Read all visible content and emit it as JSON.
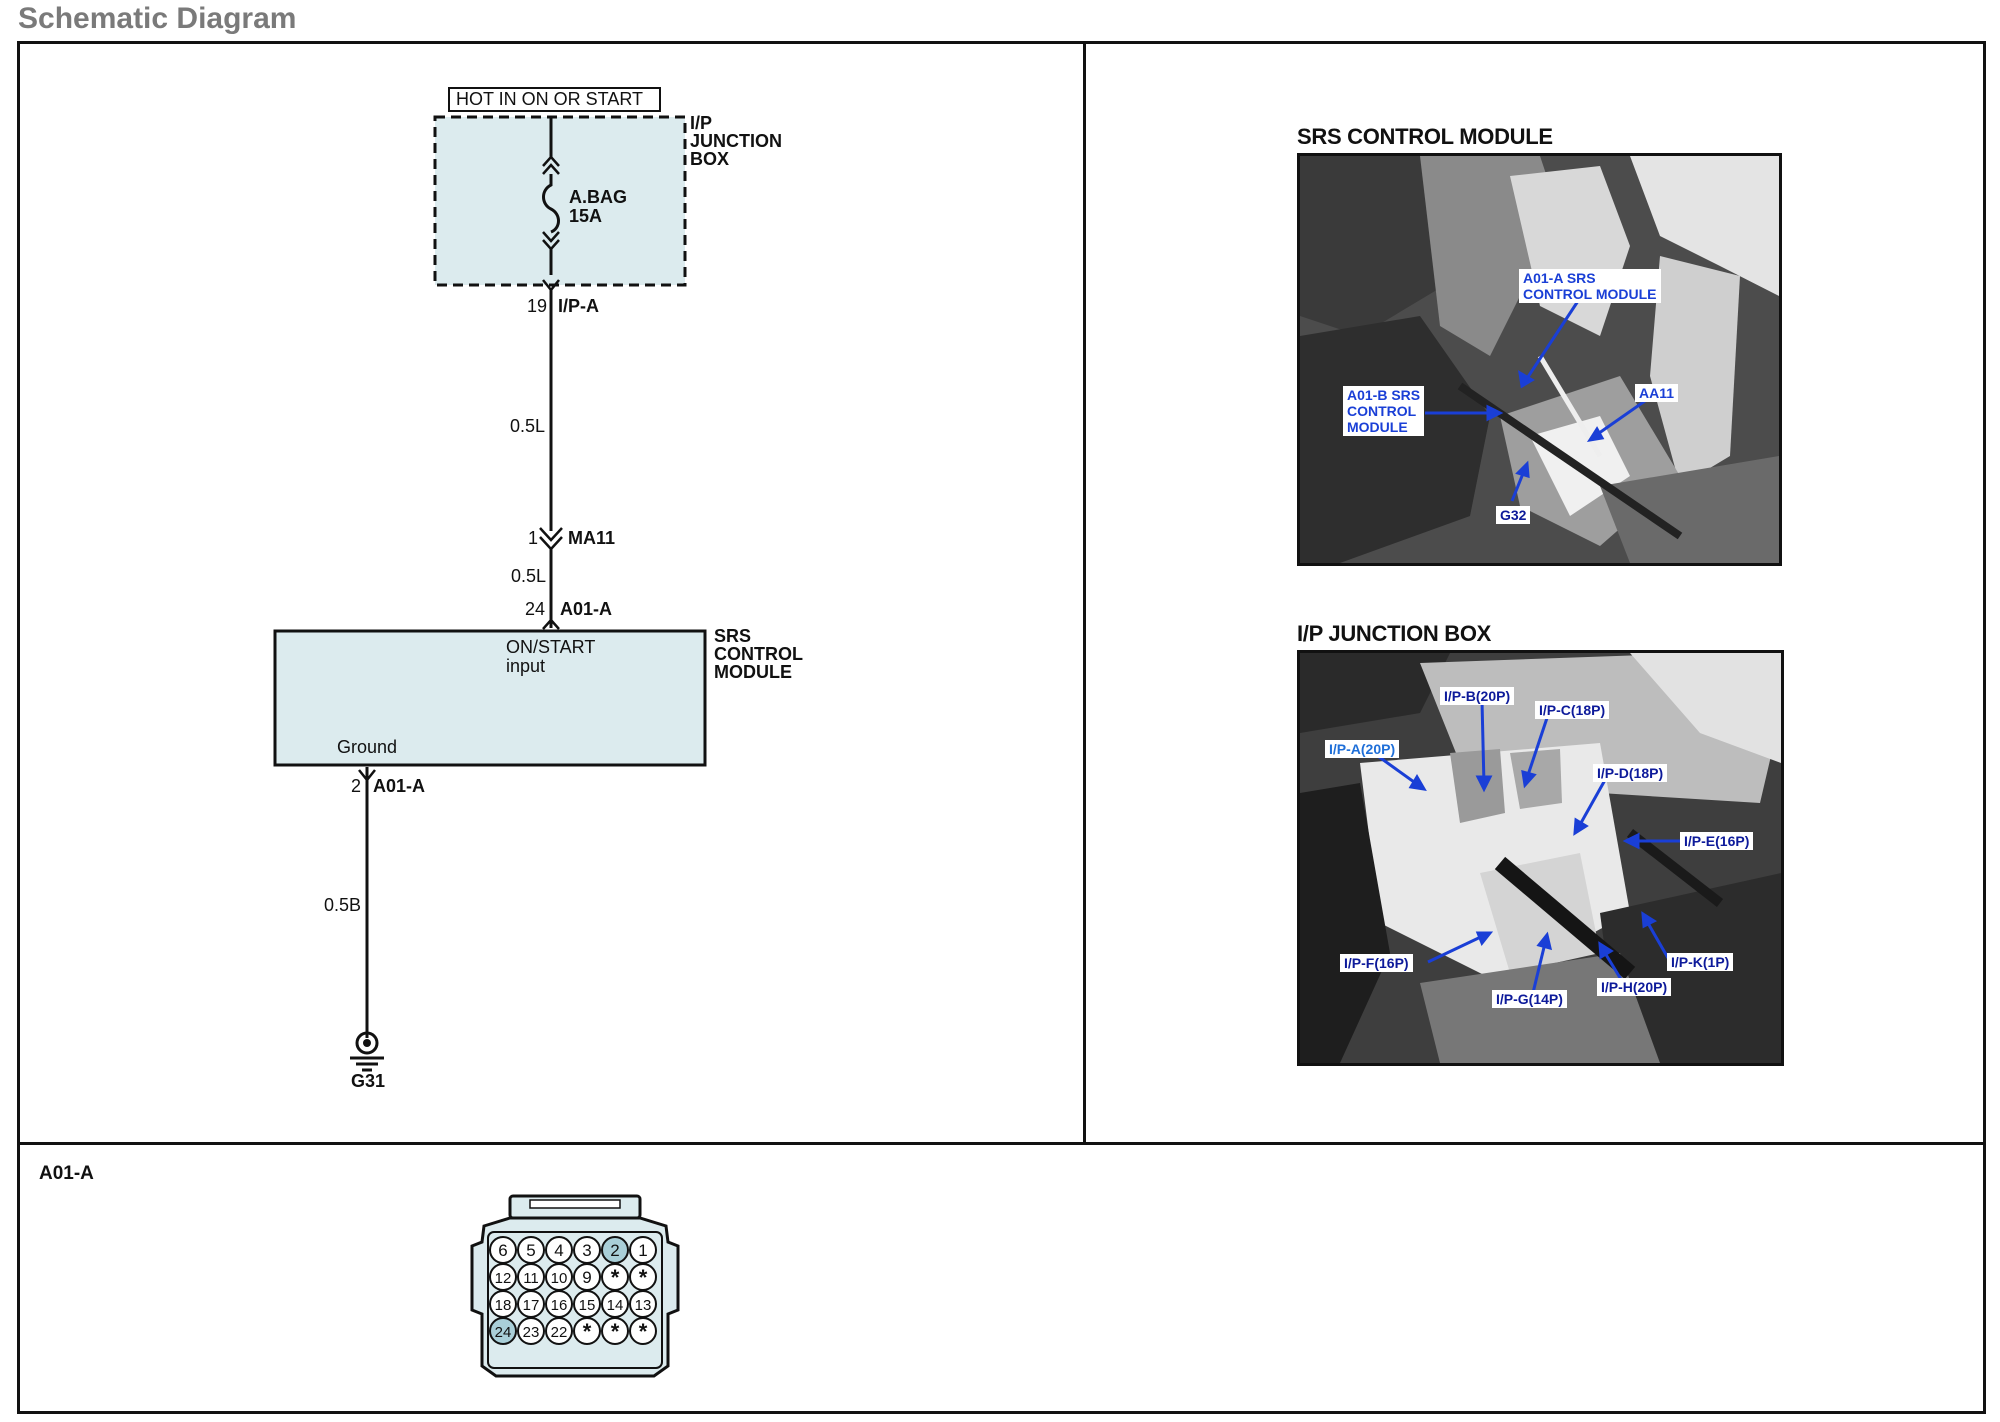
{
  "page": {
    "title": "Schematic Diagram"
  },
  "schematic": {
    "power_label": "HOT IN ON OR START",
    "junction_box_label": "I/P\nJUNCTION\nBOX",
    "fuse_name": "A.BAG",
    "fuse_rating": "15A",
    "connectors": [
      {
        "pin": "19",
        "name": "I/P-A"
      },
      {
        "pin": "1",
        "name": "MA11"
      },
      {
        "pin": "24",
        "name": "A01-A"
      },
      {
        "pin": "2",
        "name": "A01-A"
      }
    ],
    "wires": [
      "0.5L",
      "0.5L",
      "0.5B"
    ],
    "module_label": "SRS\nCONTROL\nMODULE",
    "module_input_label": "ON/START\ninput",
    "module_ground_label": "Ground",
    "ground_name": "G31"
  },
  "photos": [
    {
      "title": "SRS CONTROL MODULE",
      "callouts": [
        "A01-A SRS\nCONTROL MODULE",
        "A01-B SRS\nCONTROL\nMODULE",
        "AA11",
        "G32"
      ]
    },
    {
      "title": "I/P JUNCTION BOX",
      "callouts": [
        "I/P-B(20P)",
        "I/P-C(18P)",
        "I/P-A(20P)",
        "I/P-D(18P)",
        "I/P-E(16P)",
        "I/P-F(16P)",
        "I/P-K(1P)",
        "I/P-G(14P)",
        "I/P-H(20P)"
      ]
    }
  ],
  "connector_view": {
    "name": "A01-A",
    "rows": [
      [
        "6",
        "5",
        "4",
        "3",
        "2",
        "1"
      ],
      [
        "12",
        "11",
        "10",
        "9",
        "*",
        "*"
      ],
      [
        "18",
        "17",
        "16",
        "15",
        "14",
        "13"
      ],
      [
        "24",
        "23",
        "22",
        "*",
        "*",
        "*"
      ]
    ],
    "highlighted_pins": [
      "2",
      "24"
    ]
  },
  "colors": {
    "module_fill": "#dcebee",
    "callout_blue": "#1a3fd6",
    "pin_highlight": "#a9cfd8"
  }
}
